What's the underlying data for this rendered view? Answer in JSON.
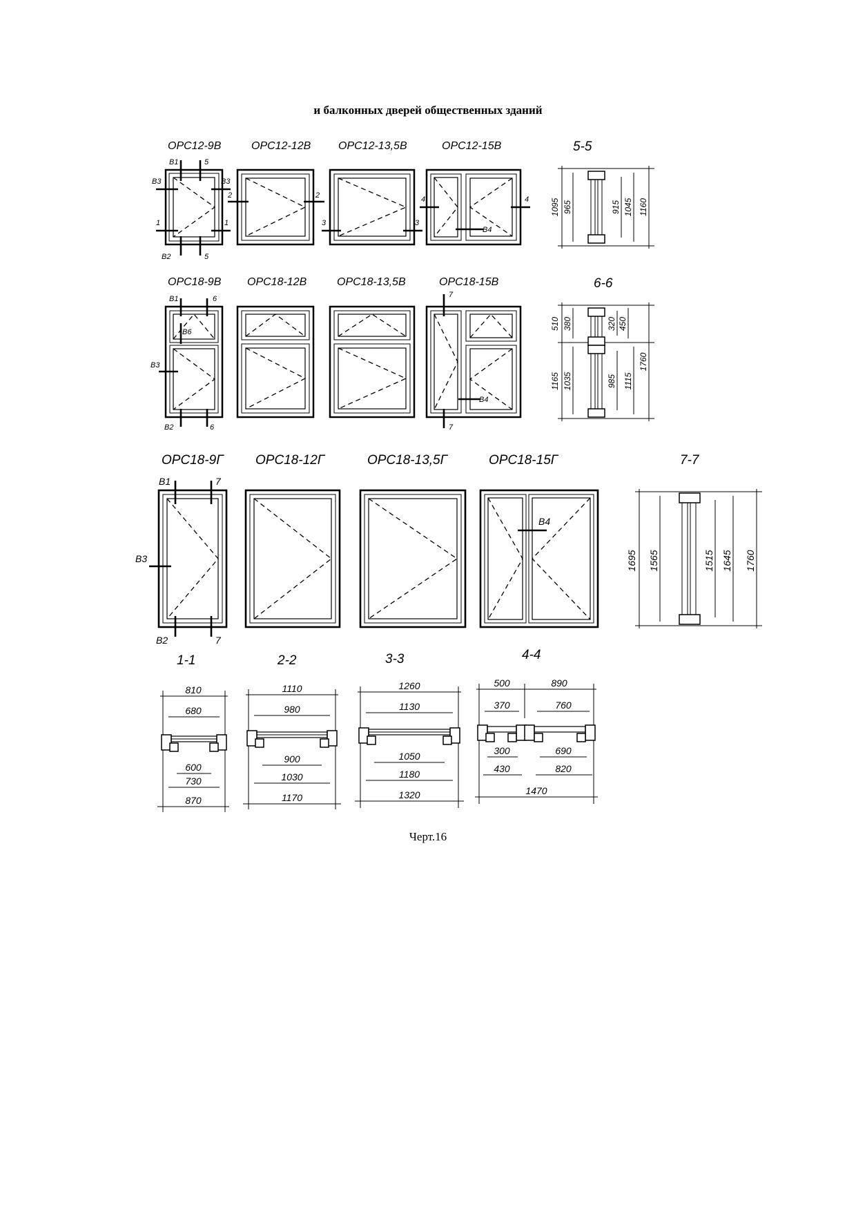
{
  "document": {
    "heading": "и балконных дверей общественных зданий",
    "caption": "Черт.16"
  },
  "drawing": {
    "row1": {
      "titles": [
        "ОРС12-9В",
        "ОРС12-12В",
        "ОРС12-13,5В",
        "ОРС12-15В"
      ],
      "section": "5-5",
      "dims": [
        "1095",
        "965",
        "915",
        "1045",
        "1160"
      ]
    },
    "row2": {
      "titles": [
        "ОРС18-9В",
        "ОРС18-12В",
        "ОРС18-13,5В",
        "ОРС18-15В"
      ],
      "section": "6-6",
      "dims": [
        "510",
        "380",
        "320",
        "450",
        "1165",
        "1035",
        "985",
        "1115",
        "1760"
      ]
    },
    "row3": {
      "titles": [
        "ОРС18-9Г",
        "ОРС18-12Г",
        "ОРС18-13,5Г",
        "ОРС18-15Г"
      ],
      "section": "7-7",
      "dims": [
        "1695",
        "1565",
        "1515",
        "1645",
        "1760"
      ]
    },
    "sections": {
      "s11": {
        "title": "1-1",
        "top": [
          "810",
          "680"
        ],
        "bottom": [
          "600",
          "730",
          "870"
        ]
      },
      "s22": {
        "title": "2-2",
        "top": [
          "1110",
          "980"
        ],
        "bottom": [
          "900",
          "1030",
          "1170"
        ]
      },
      "s33": {
        "title": "3-3",
        "top": [
          "1260",
          "1130"
        ],
        "bottom": [
          "1050",
          "1180",
          "1320"
        ]
      },
      "s44": {
        "title": "4-4",
        "top": [
          "500",
          "890",
          "370",
          "760"
        ],
        "bottom": [
          "300",
          "690",
          "430",
          "820",
          "1470"
        ]
      }
    },
    "marks": {
      "b1": "В1",
      "b2": "В2",
      "b3": "В3",
      "b4": "В4",
      "b6": "В6",
      "n1": "1",
      "n2": "2",
      "n3": "3",
      "n4": "4",
      "n5": "5",
      "n6": "6",
      "n7": "7"
    }
  }
}
